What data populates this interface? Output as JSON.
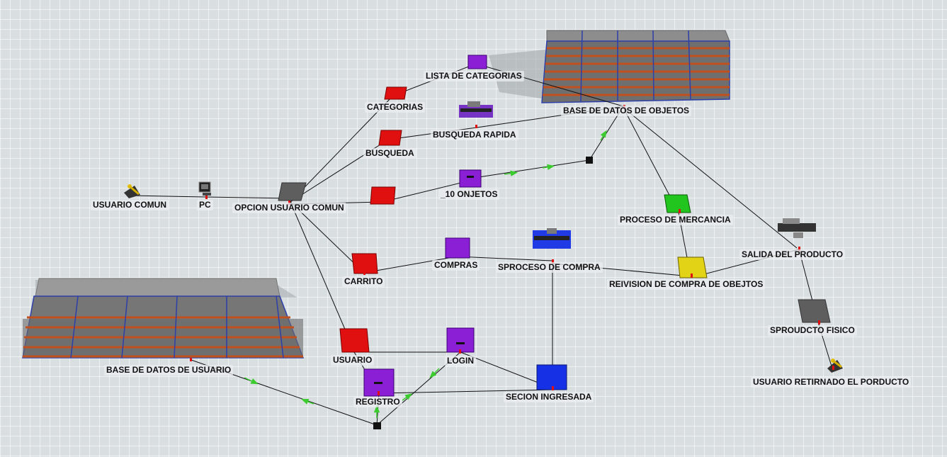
{
  "colors": {
    "queue": "#e01010",
    "processor": "#8a1fd6",
    "decision": "#5e5e5e",
    "combiner": "#22c41e",
    "separator": "#e3d316",
    "station": "#1630e6",
    "connector": "#111111",
    "arrow": "#3ccc30",
    "rack_frame": "#2d3fa8",
    "rack_shelf": "#c0501e"
  },
  "labels": {
    "usuario_comun": "USUARIO COMUN",
    "pc": "PC",
    "opcion_usuario_comun": "OPCION USUARIO COMUN",
    "lista_categorias": "LISTA DE CATEGORIAS",
    "categorias": "CATEGORIAS",
    "busqueda_rapida": "BUSQUEDA RAPIDA",
    "busqueda": "BUSQUEDA",
    "base_objetos": "BASE DE DATOS DE OBJETOS",
    "diez_onjetos": "_10 ONJETOS",
    "proceso_mercancia": "PROCESO DE MERCANCIA",
    "carrito": "CARRITO",
    "compras": "COMPRAS",
    "sproceso_compra": "SPROCESO DE COMPRA",
    "revision_compra": "REIVISION DE COMPRA DE OBEJTOS",
    "salida_producto": "SALIDA DEL PRODUCTO",
    "sproducto_fisico": "SPROUDCTO FISICO",
    "usuario_retirando": "USUARIO RETIRNADO EL PORDUCTO",
    "base_usuario": "BASE DE DATOS DE USUARIO",
    "usuario": "USUARIO",
    "login": "LOGIN",
    "registro": "REGISTRO",
    "secion_ingresada": "SECION  INGRESADA"
  }
}
